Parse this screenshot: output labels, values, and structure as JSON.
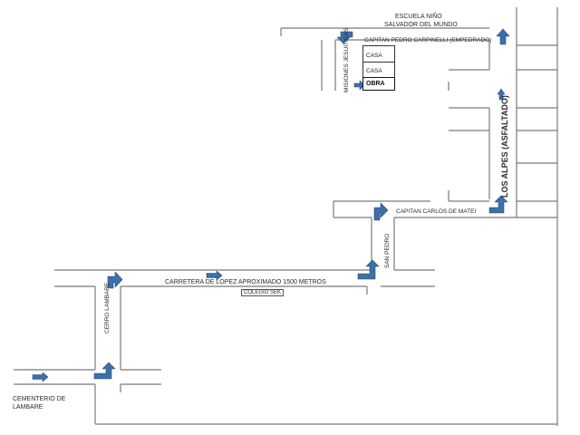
{
  "map": {
    "labels": {
      "school_line1": "ESCUELA NIÑO",
      "school_line2": "SALVADOR DEL MUNDO",
      "street_carpinelli": "CAPITAN PEDRO CARPINELLI (EMPEDRADO)",
      "street_misiones": "MISIONES JESUITICAS",
      "street_los_alpes": "LOS ALPES (ASFALTADO)",
      "street_matei": "CAPITAN CARLOS DE MATEI",
      "street_san_pedro": "SAN PEDRO",
      "street_carretera": "CARRETERA DE LOPEZ APROXIMADO 1500 METROS",
      "colegio": "COLEGIO SEK",
      "street_cerro_lambare": "CERRO LAMBARE",
      "cementerio_line1": "CEMENTERIO DE",
      "cementerio_line2": "LAMBARE"
    },
    "lots": [
      "CASA",
      "CASA"
    ],
    "destination": "OBRA",
    "arrows": [
      {
        "name": "arrow-cementerio-east",
        "direction": "east"
      },
      {
        "name": "arrow-lambare-turn-north",
        "direction": "east-then-north"
      },
      {
        "name": "arrow-lambare-turn-east",
        "direction": "north-then-east"
      },
      {
        "name": "arrow-carretera-east",
        "direction": "east"
      },
      {
        "name": "arrow-san-pedro-turn-north",
        "direction": "east-then-north"
      },
      {
        "name": "arrow-matei-turn-east",
        "direction": "north-then-east"
      },
      {
        "name": "arrow-los-alpes-turn-north",
        "direction": "east-then-north"
      },
      {
        "name": "arrow-los-alpes-north",
        "direction": "north"
      },
      {
        "name": "arrow-school-corner-west",
        "direction": "north-then-west"
      },
      {
        "name": "arrow-misiones-turn-south",
        "direction": "west-then-south"
      },
      {
        "name": "arrow-obra-east",
        "direction": "east"
      }
    ],
    "colors": {
      "road_line": "#7a7a7a",
      "arrow_fill": "#3d6fa8",
      "arrow_stroke": "#2c4f7c",
      "text": "#2a2a2a"
    }
  }
}
